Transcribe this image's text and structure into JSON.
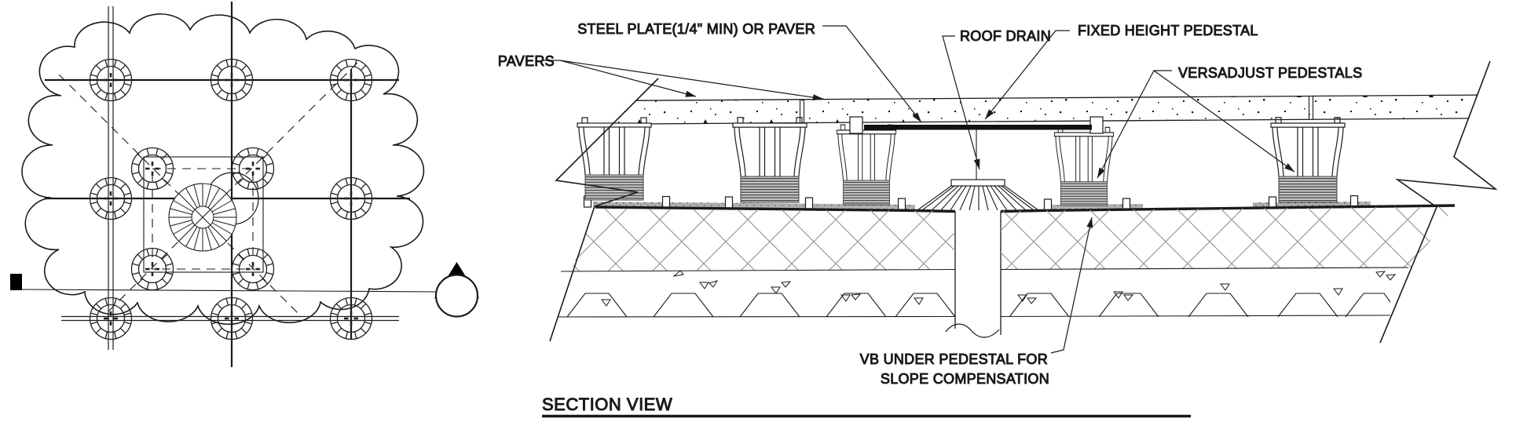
{
  "section": {
    "labels": {
      "steel_plate": "STEEL PLATE(1/4\" MIN) OR PAVER",
      "pavers": "PAVERS",
      "roof_drain": "ROOF DRAIN",
      "fixed_height_pedestal": "FIXED HEIGHT PEDESTAL",
      "versadjust_pedestals": "VERSADJUST PEDESTALS",
      "vb_line1": "VB UNDER PEDESTAL FOR",
      "vb_line2": "SLOPE COMPENSATION"
    },
    "title": "SECTION VIEW"
  },
  "colors": {
    "line": "#1a1a1a",
    "hatch_gray": "#9a9a9a",
    "coil_gray": "#c6c6c6",
    "speckle_gray": "#b0b0b0"
  }
}
